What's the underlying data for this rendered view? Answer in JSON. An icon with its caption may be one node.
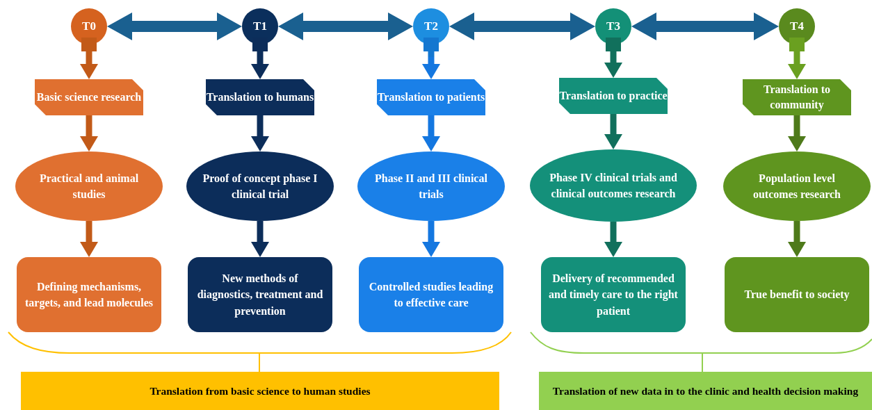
{
  "diagram": {
    "nodes": [
      {
        "text": [
          "T0"
        ]
      },
      {
        "text": [
          "T1"
        ]
      },
      {
        "text": [
          "T2"
        ]
      },
      {
        "text": [
          "T3"
        ]
      },
      {
        "text": [
          "T4"
        ]
      },
      {
        "text": [
          "Basic science research"
        ]
      },
      {
        "text": [
          "Translation to humans"
        ]
      },
      {
        "text": [
          "Translation to patients"
        ]
      },
      {
        "text": [
          "Translation to practice"
        ]
      },
      {
        "text": [
          "Translation to community"
        ]
      },
      {
        "text": [
          "Practical and animal studies"
        ]
      },
      {
        "text": [
          "Proof of concept phase I clinical trial"
        ]
      },
      {
        "text": [
          "Phase II and III clinical trials"
        ]
      },
      {
        "text": [
          "Phase IV clinical trials and clinical outcomes research"
        ]
      },
      {
        "text": [
          "Population level outcomes research"
        ]
      },
      {
        "text": [
          "Defining mechanisms, targets, and lead molecules"
        ]
      },
      {
        "text": [
          "New methods of diagnostics, treatment and prevention"
        ]
      },
      {
        "text": [
          "Controlled studies leading to  effective care"
        ]
      },
      {
        "text": [
          "Delivery of recommended and timely care to the right patient"
        ]
      },
      {
        "text": [
          "True benefit to society"
        ]
      },
      {
        "text": [
          "Translation from basic science to human studies"
        ]
      },
      {
        "text": [
          "Translation of new data in to the clinic and health decision making"
        ]
      }
    ],
    "edges": [
      {
        "from": 0,
        "to": 1,
        "arrow": "both"
      },
      {
        "from": 1,
        "to": 2,
        "arrow": "both"
      },
      {
        "from": 2,
        "to": 3,
        "arrow": "both"
      },
      {
        "from": 3,
        "to": 4,
        "arrow": "both"
      },
      {
        "from": 0,
        "to": 5,
        "arrow": "to",
        "color": "#c25a18"
      },
      {
        "from": 1,
        "to": 6,
        "arrow": "to",
        "color": "#0c2d5a"
      },
      {
        "from": 2,
        "to": 7,
        "arrow": "to",
        "color": "#1477e0"
      },
      {
        "from": 3,
        "to": 8,
        "arrow": "to",
        "color": "#11705c"
      },
      {
        "from": 4,
        "to": 9,
        "arrow": "to",
        "color": "#6aa020"
      },
      {
        "from": 5,
        "to": 10,
        "arrow": "to",
        "color": "#c25a18"
      },
      {
        "from": 6,
        "to": 11,
        "arrow": "to",
        "color": "#0c2d5a"
      },
      {
        "from": 7,
        "to": 12,
        "arrow": "to",
        "color": "#1477e0"
      },
      {
        "from": 8,
        "to": 13,
        "arrow": "to",
        "color": "#11705c"
      },
      {
        "from": 9,
        "to": 14,
        "arrow": "to",
        "color": "#4e7a1a"
      },
      {
        "from": 10,
        "to": 15,
        "arrow": "to",
        "color": "#c25a18"
      },
      {
        "from": 11,
        "to": 16,
        "arrow": "to",
        "color": "#0c2d5a"
      },
      {
        "from": 12,
        "to": 17,
        "arrow": "to",
        "color": "#1477e0"
      },
      {
        "from": 13,
        "to": 18,
        "arrow": "to",
        "color": "#11705c"
      },
      {
        "from": 14,
        "to": 19,
        "arrow": "to",
        "color": "#4e7a1a"
      }
    ]
  }
}
